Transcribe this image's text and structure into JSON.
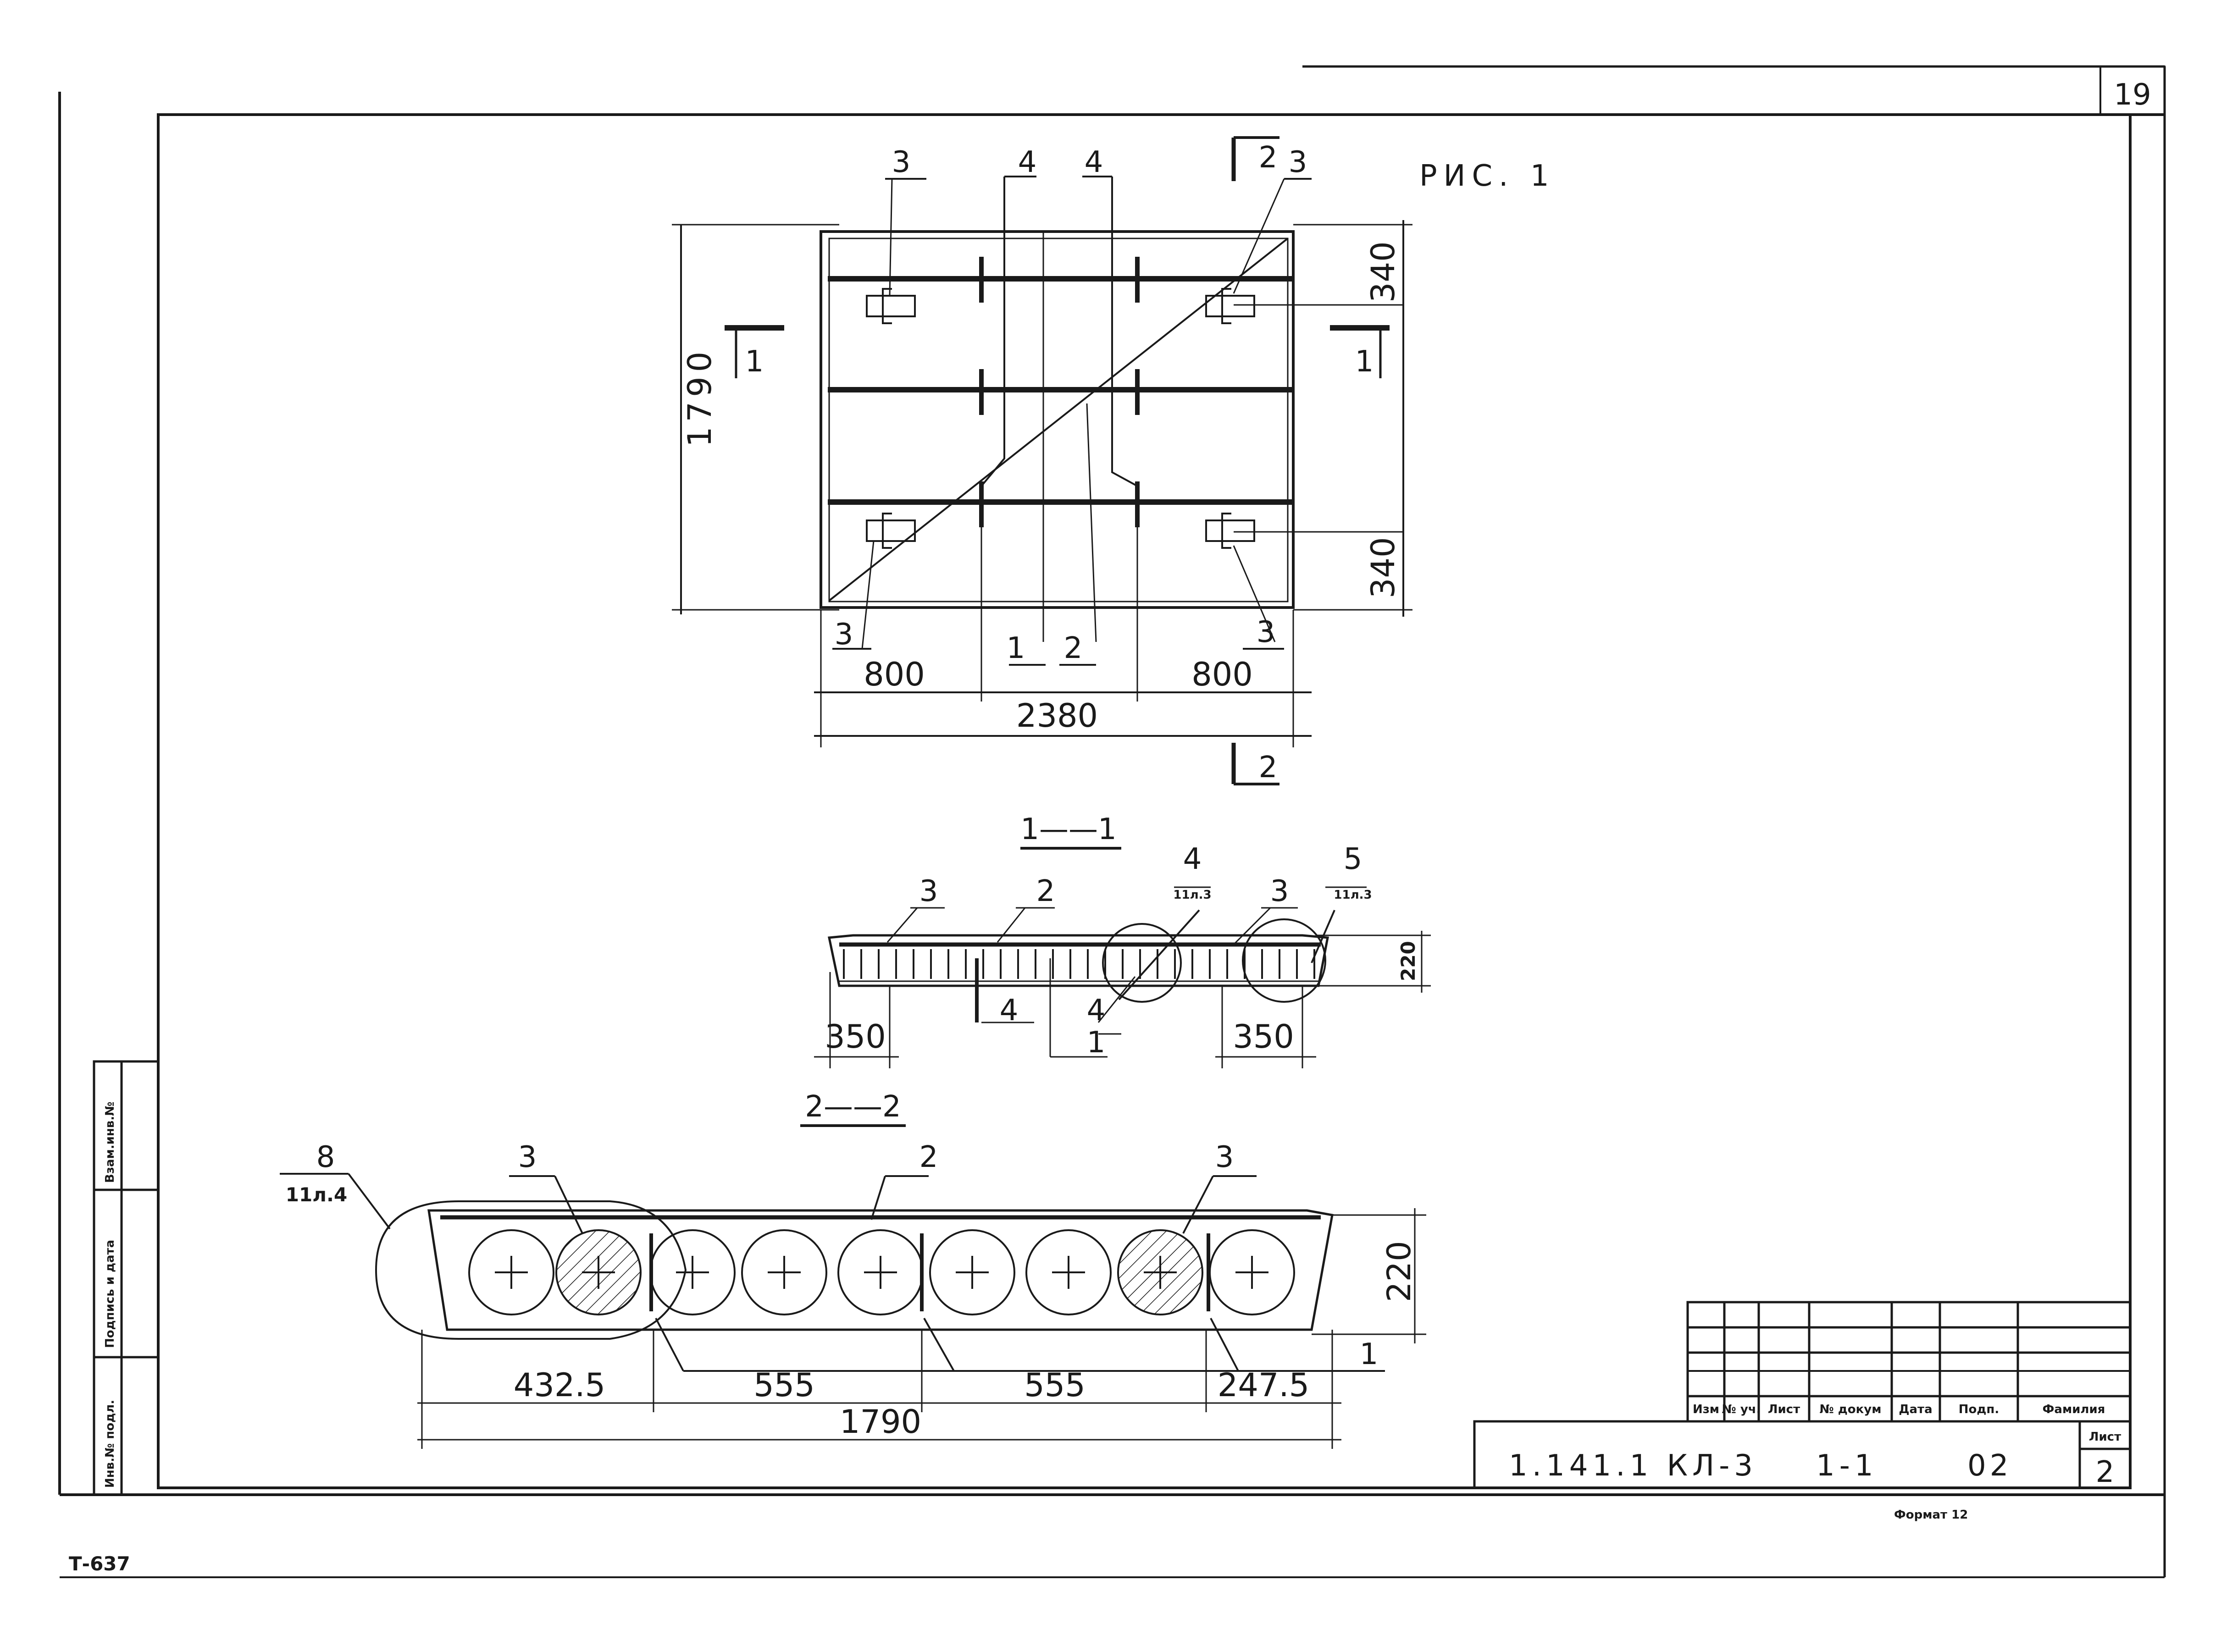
{
  "sheet": {
    "page_number": "19",
    "figure_label": "РИС. 1",
    "corner_code": "Т-637",
    "format_label": "Формат 12",
    "doc_code": "1.141.1 КЛ-3",
    "doc_section": "1-1",
    "doc_issue": "02",
    "sheet_no": "2",
    "sheet_header": "Лист"
  },
  "side_stamp": {
    "col1": "Инв.№ подл.",
    "col2": "Подпись и дата",
    "col3": "Взам.инв.№"
  },
  "title_block": {
    "headers": [
      "Изм",
      "№ уч.",
      "Лист",
      "№ докум",
      "Дата",
      "Подп.",
      "Фамилия"
    ]
  },
  "plan": {
    "dims": {
      "width": "1790",
      "length": "2380",
      "left": "800",
      "right": "800",
      "top_edge": "340",
      "bottom_edge": "340"
    },
    "labels": {
      "tl3": "3",
      "top4a": "4",
      "top4b": "4",
      "sec2top": "2",
      "tr3": "3",
      "sec1left": "1",
      "sec1right": "1",
      "bl3": "3",
      "b1": "1",
      "b2": "2",
      "br3": "3",
      "sec2bottom": "2"
    }
  },
  "section_1_1": {
    "title": "1——1",
    "dims": {
      "height": "220",
      "left": "350",
      "right": "350"
    },
    "labels": {
      "l3": "3",
      "l2": "2",
      "l4": "4",
      "l4ref": "11л.3",
      "l3b": "3",
      "l5": "5",
      "l5ref": "11л.3",
      "b4": "4",
      "b4b": "4",
      "b1": "1"
    }
  },
  "section_2_2": {
    "title": "2——2",
    "dims": {
      "height": "220",
      "d1": "432.5",
      "d2": "555",
      "d3": "555",
      "d4": "247.5",
      "total": "1790"
    },
    "labels": {
      "l8": "8",
      "l8ref": "11л.4",
      "l3a": "3",
      "l2": "2",
      "l3b": "3",
      "r1": "1"
    }
  }
}
